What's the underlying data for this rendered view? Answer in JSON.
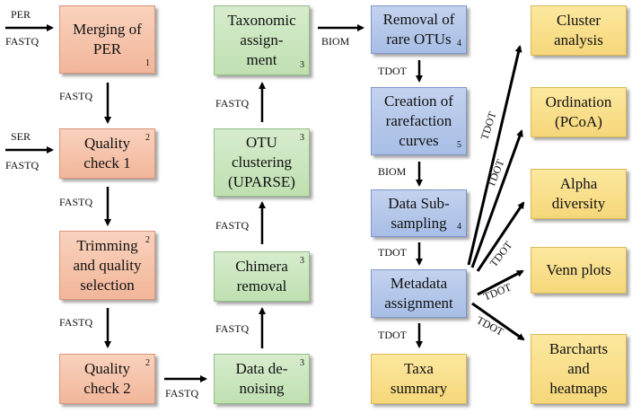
{
  "nodes": {
    "merge_per": {
      "label": "Merging of\nPER",
      "num": "1"
    },
    "quality1": {
      "label": "Quality\ncheck 1",
      "num": "2"
    },
    "trimming": {
      "label": "Trimming\nand quality\nselection",
      "num": "2"
    },
    "quality2": {
      "label": "Quality\ncheck 2",
      "num": "2"
    },
    "taxonomic": {
      "label": "Taxonomic\nassign-\nment",
      "num": "3"
    },
    "otu_clustering": {
      "label": "OTU\nclustering\n(UPARSE)",
      "num": "3"
    },
    "chimera": {
      "label": "Chimera\nremoval",
      "num": "3"
    },
    "denoising": {
      "label": "Data de-\nnoising",
      "num": "3"
    },
    "removal_rare": {
      "label": "Removal of\nrare OTUs",
      "num": "4"
    },
    "rarefaction": {
      "label": "Creation of\nrarefaction\ncurves",
      "num": "5"
    },
    "subsampling": {
      "label": "Data Sub-\nsampling",
      "num": "4"
    },
    "metadata": {
      "label": "Metadata\nassignment",
      "num": ""
    },
    "taxa_summary": {
      "label": "Taxa\nsummary",
      "num": ""
    },
    "cluster": {
      "label": "Cluster\nanalysis",
      "num": ""
    },
    "ordination": {
      "label": "Ordination\n(PCoA)",
      "num": ""
    },
    "alpha": {
      "label": "Alpha\ndiversity",
      "num": ""
    },
    "venn": {
      "label": "Venn plots",
      "num": ""
    },
    "barcharts": {
      "label": "Barcharts\nand\nheatmaps",
      "num": ""
    }
  },
  "edge_labels": {
    "per_in": "PER",
    "fastq_in1": "FASTQ",
    "ser_in": "SER",
    "fastq_in2": "FASTQ",
    "e_merge_q1": "FASTQ",
    "e_q1_trim": "FASTQ",
    "e_trim_q2": "FASTQ",
    "e_q2_denoise": "FASTQ",
    "e_denoise_chim": "FASTQ",
    "e_chim_otu": "FASTQ",
    "e_otu_tax": "FASTQ",
    "e_tax_rare": "BIOM",
    "e_rare_raref": "TDOT",
    "e_raref_sub": "BIOM",
    "e_sub_meta": "TDOT",
    "e_meta_taxa": "TDOT",
    "e_meta_cluster": "TDOT",
    "e_meta_ordination": "TDOT",
    "e_meta_alpha": "TDOT",
    "e_meta_venn": "TDOT",
    "e_meta_barcharts": "TDOT"
  },
  "colors": {
    "orange": "#f2b69a",
    "green": "#bfe0b1",
    "blue": "#a8bee6",
    "yellow": "#f6d77a"
  }
}
